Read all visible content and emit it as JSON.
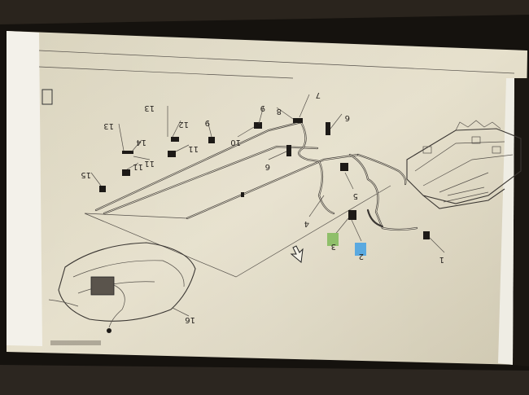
{
  "callouts": [
    {
      "id": "c1",
      "label": "1"
    },
    {
      "id": "c2",
      "label": "2"
    },
    {
      "id": "c3",
      "label": "3"
    },
    {
      "id": "c4",
      "label": "4"
    },
    {
      "id": "c5",
      "label": "5"
    },
    {
      "id": "c6a",
      "label": "6"
    },
    {
      "id": "c6b",
      "label": "6"
    },
    {
      "id": "c7",
      "label": "7"
    },
    {
      "id": "c8",
      "label": "8"
    },
    {
      "id": "c9a",
      "label": "9"
    },
    {
      "id": "c9b",
      "label": "9"
    },
    {
      "id": "c10",
      "label": "10"
    },
    {
      "id": "c11a",
      "label": "11"
    },
    {
      "id": "c11b",
      "label": "11"
    },
    {
      "id": "c11c",
      "label": "11"
    },
    {
      "id": "c12",
      "label": "12"
    },
    {
      "id": "c13a",
      "label": "13"
    },
    {
      "id": "c13b",
      "label": "13"
    },
    {
      "id": "c14",
      "label": "14"
    },
    {
      "id": "c15",
      "label": "15"
    },
    {
      "id": "c16",
      "label": "16"
    }
  ],
  "colors": {
    "screen_paper": "#e4dec9",
    "callout_2_box": "#5aa9e0",
    "callout_3_box": "#8fbf6a",
    "bezel": "#15120e",
    "white_strip": "#f3f1ea"
  }
}
